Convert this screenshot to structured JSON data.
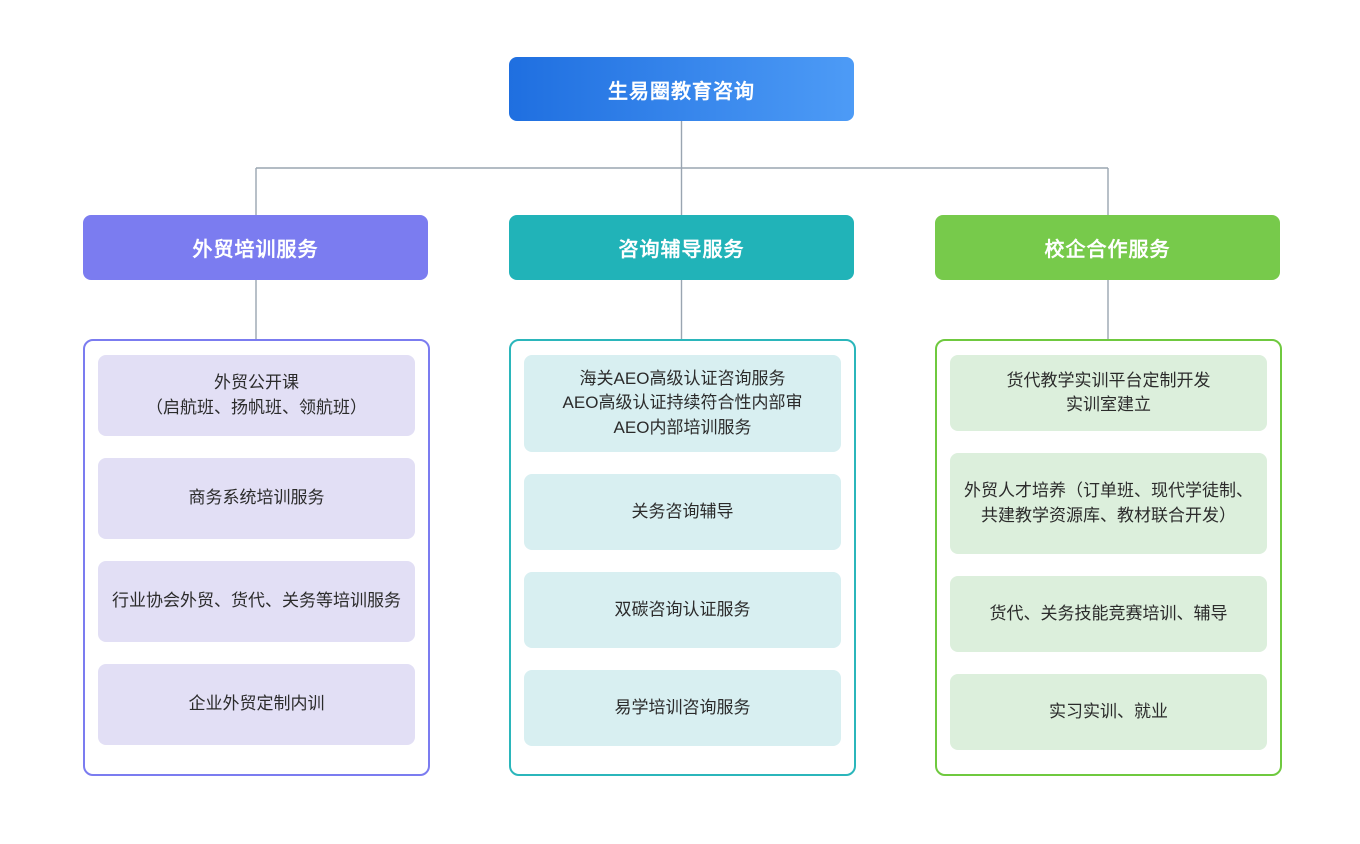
{
  "diagram": {
    "title": "生易圈教育咨询",
    "root": {
      "label": "生易圈教育咨询",
      "gradient_from": "#1f6fe0",
      "gradient_to": "#4d9bf6",
      "text_color": "#ffffff"
    },
    "connector_color": "#9aa5b1",
    "branches": [
      {
        "id": "branch-foreign-trade-training",
        "label": "外贸培训服务",
        "header_color": "#7b7cf0",
        "border_color": "#7b7cf0",
        "item_color": "#e2dff5",
        "items": [
          {
            "label": "外贸公开课\n（启航班、扬帆班、领航班）",
            "height": 81
          },
          {
            "label": "商务系统培训服务",
            "height": 81
          },
          {
            "label": "行业协会外贸、货代、关务等培训服务",
            "height": 81
          },
          {
            "label": "企业外贸定制内训",
            "height": 81
          }
        ]
      },
      {
        "id": "branch-consulting-tutoring",
        "label": "咨询辅导服务",
        "header_color": "#21b3b8",
        "border_color": "#2bb6bb",
        "item_color": "#d8eff1",
        "items": [
          {
            "label": "海关AEO高级认证咨询服务\nAEO高级认证持续符合性内部审\nAEO内部培训服务",
            "height": 97
          },
          {
            "label": "关务咨询辅导",
            "height": 76
          },
          {
            "label": "双碳咨询认证服务",
            "height": 76
          },
          {
            "label": "易学培训咨询服务",
            "height": 76
          }
        ]
      },
      {
        "id": "branch-school-enterprise",
        "label": "校企合作服务",
        "header_color": "#77ca4b",
        "border_color": "#6fc93f",
        "item_color": "#dcefdc",
        "items": [
          {
            "label": "货代教学实训平台定制开发\n实训室建立",
            "height": 76
          },
          {
            "label": "外贸人才培养（订单班、现代学徒制、共建教学资源库、教材联合开发）",
            "height": 101
          },
          {
            "label": "货代、关务技能竞赛培训、辅导",
            "height": 76
          },
          {
            "label": "实习实训、就业",
            "height": 76
          }
        ]
      }
    ]
  }
}
